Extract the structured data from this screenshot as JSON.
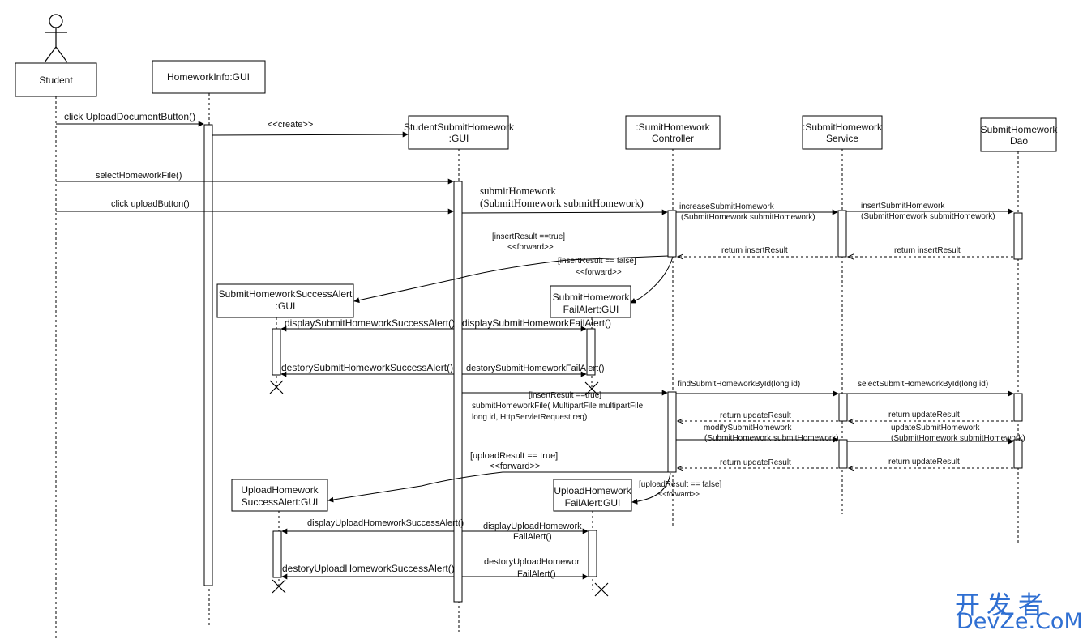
{
  "actors": {
    "student": "Student",
    "homework_info": "HomeworkInfo:GUI",
    "student_submit_gui": [
      "StudentSubmitHomework",
      ":GUI"
    ],
    "controller": [
      ":SumitHomework",
      "Controller"
    ],
    "service": [
      ":SubmitHomework",
      "Service"
    ],
    "dao": [
      "SubmitHomework",
      "Dao"
    ],
    "success_alert": [
      "SubmitHomeworkSuccessAlert",
      ":GUI"
    ],
    "fail_alert": [
      "SubmitHomework",
      "FailAlert:GUI"
    ],
    "upload_success_alert": [
      "UploadHomework",
      "SuccessAlert:GUI"
    ],
    "upload_fail_alert": [
      "UploadHomework",
      "FailAlert:GUI"
    ]
  },
  "messages": {
    "click_upload_doc": "click UploadDocumentButton()",
    "create": "<<create>>",
    "select_file": "selectHomeworkFile()",
    "click_upload": "click uploadButton()",
    "submit_homework": [
      "submitHomework",
      "(SubmitHomework submitHomework)"
    ],
    "increase": [
      "increaseSubmitHomework",
      "(SubmitHomework submitHomework)"
    ],
    "insert": [
      "insertSubmitHomework",
      "(SubmitHomework submitHomework)"
    ],
    "return_insert_1": "return insertResult",
    "return_insert_2": "return insertResult",
    "guard_true": [
      "[insertResult ==true]",
      "<<forward>>"
    ],
    "guard_false": [
      "[insertResult == false]",
      "<<forward>>"
    ],
    "display_success": "displaySubmitHomeworkSuccessAlert()",
    "display_fail": "displaySubmitHomeworkFailAlert()",
    "destroy_success": "destorySubmitHomeworkSuccessAlert()",
    "destroy_fail": "destorySubmitHomeworkFailAlert()",
    "guard_true_2": "[insertResult ==true]",
    "submit_file": [
      "submitHomeworkFile( MultipartFile multipartFile,",
      "long id, HttpServletRequest req)"
    ],
    "find_by_id": "findSubmitHomeworkById(long id)",
    "select_by_id": "selectSubmitHomeworkById(long id)",
    "return_update_1": "return updateResult",
    "return_update_2": "return updateResult",
    "modify": [
      "modifySubmitHomework",
      "(SubmitHomework submitHomework)"
    ],
    "update": [
      "updateSubmitHomework",
      "(SubmitHomework submitHomework)"
    ],
    "return_update_3": "return updateResult",
    "return_update_4": "return updateResult",
    "upload_guard_true": [
      "[uploadResult == true]",
      "<<forward>>"
    ],
    "upload_guard_false": [
      "[uploadResult == false]",
      "<<forward>>"
    ],
    "display_upload_success": "displayUploadHomeworkSuccessAlert()",
    "display_upload_fail": [
      "displayUploadHomework",
      "FailAlert()"
    ],
    "destroy_upload_success": "destoryUploadHomeworkSuccessAlert()",
    "destroy_upload_fail": [
      "destoryUploadHomewor",
      "FailAlert()"
    ]
  },
  "watermark": {
    "cn": "开发者",
    "en": "DevZe.CoM"
  }
}
